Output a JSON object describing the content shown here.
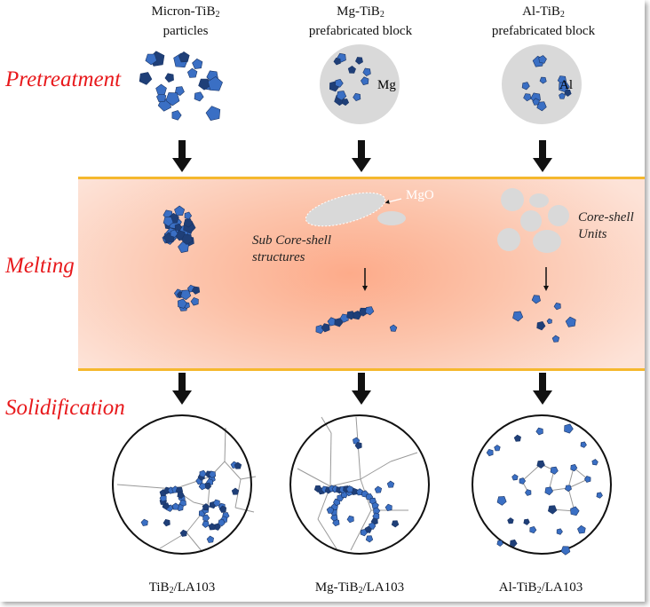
{
  "stages": {
    "pretreatment": "Pretreatment",
    "melting": "Melting",
    "solidification": "Solidification"
  },
  "columns": [
    {
      "header_line1_pre": "Micron-TiB",
      "header_line1_sub": "2",
      "header_line2": "particles",
      "bottom_pre": "TiB",
      "bottom_sub": "2",
      "bottom_post": "/LA103"
    },
    {
      "header_line1_pre": "Mg-TiB",
      "header_line1_sub": "2",
      "header_line2": "prefabricated block",
      "matrix_label": "Mg",
      "bottom_pre": "Mg-TiB",
      "bottom_sub": "2",
      "bottom_post": "/LA103"
    },
    {
      "header_line1_pre": "Al-TiB",
      "header_line1_sub": "2",
      "header_line2": "prefabricated block",
      "matrix_label": "Al",
      "bottom_pre": "Al-TiB",
      "bottom_sub": "2",
      "bottom_post": "/LA103"
    }
  ],
  "annotations": {
    "mgo": "MgO",
    "sub_core_shell_line1": "Sub Core-shell",
    "sub_core_shell_line2": "structures",
    "core_shell_line1": "Core-shell",
    "core_shell_line2": "Units"
  },
  "colors": {
    "stage_text": "#e8191c",
    "band_border": "#f5b82e",
    "particle": "#3a6fc4",
    "particle_dark": "#1f3f78",
    "shell": "#d9d9d9"
  }
}
